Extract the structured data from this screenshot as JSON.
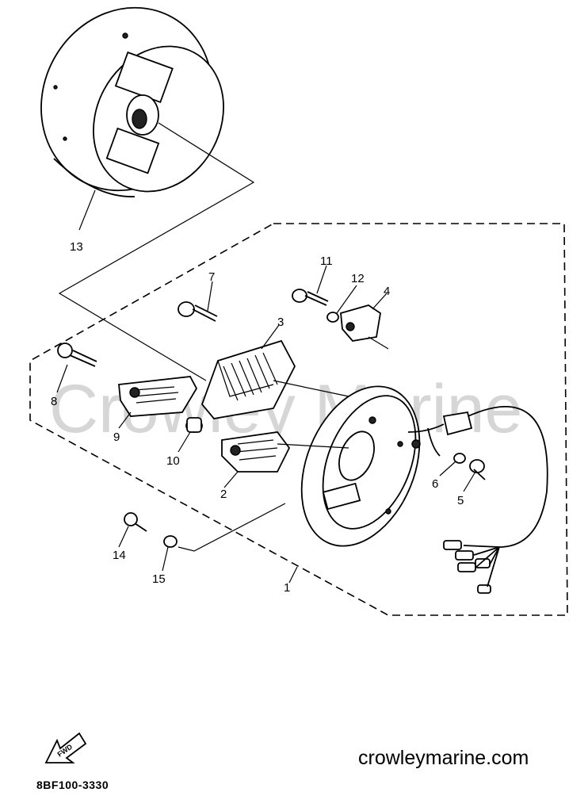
{
  "watermark": "Crowley Marine",
  "callouts": [
    {
      "id": "13",
      "label": "13"
    },
    {
      "id": "11",
      "label": "11"
    },
    {
      "id": "12",
      "label": "12"
    },
    {
      "id": "4",
      "label": "4"
    },
    {
      "id": "7",
      "label": "7"
    },
    {
      "id": "3",
      "label": "3"
    },
    {
      "id": "8",
      "label": "8"
    },
    {
      "id": "9",
      "label": "9"
    },
    {
      "id": "10",
      "label": "10"
    },
    {
      "id": "2",
      "label": "2"
    },
    {
      "id": "6",
      "label": "6"
    },
    {
      "id": "5",
      "label": "5"
    },
    {
      "id": "14",
      "label": "14"
    },
    {
      "id": "15",
      "label": "15"
    },
    {
      "id": "1",
      "label": "1"
    }
  ],
  "fwd_label": "FWD",
  "site_url": "crowleymarine.com",
  "diagram_code": "8BF100-3330"
}
